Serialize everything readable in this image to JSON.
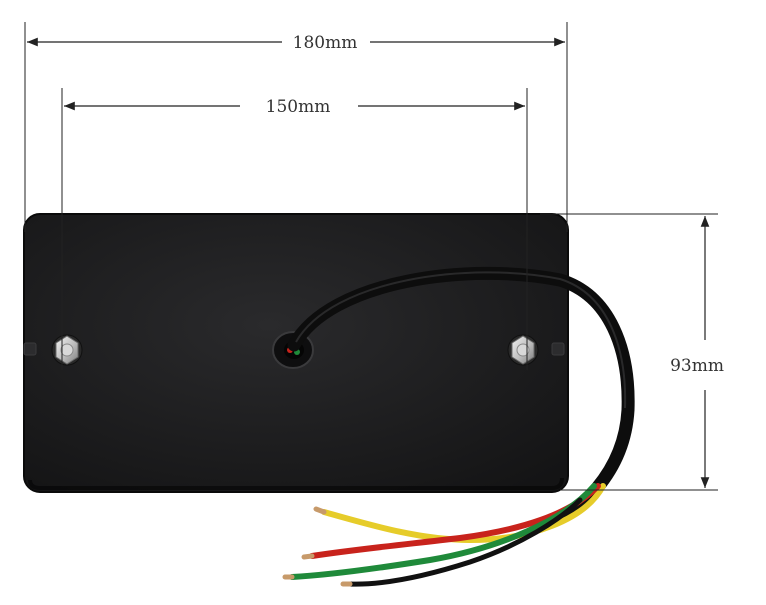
{
  "dimensions": {
    "overall_width": "180mm",
    "hole_spacing": "150mm",
    "height": "93mm"
  },
  "colors": {
    "housing": "#1c1c1e",
    "housing_edge": "#0a0a0a",
    "dimension_line": "#222222",
    "bolt": "#c9c9c9",
    "cable_jacket": "#0d0d0d",
    "wire_yellow": "#e6cc2a",
    "wire_red": "#c8231c",
    "wire_green": "#1f8a3a",
    "wire_tip": "#c79a6a"
  },
  "parts": {
    "housing": "tail-light-housing",
    "bolts": [
      "left-mount-bolt",
      "right-mount-bolt"
    ],
    "grommet": "cable-grommet",
    "cable": "four-core-cable",
    "wires": [
      "yellow-wire",
      "red-wire",
      "green-wire",
      "black-wire"
    ]
  }
}
